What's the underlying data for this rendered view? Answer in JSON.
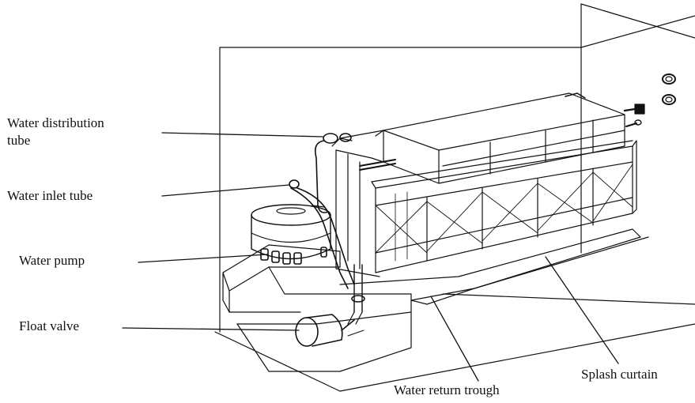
{
  "labels": {
    "water_distribution_tube_line1": "Water distribution",
    "water_distribution_tube_line2": "tube",
    "water_inlet_tube": "Water inlet tube",
    "water_pump": "Water pump",
    "float_valve": "Float valve",
    "splash_curtain": "Splash curtain",
    "water_return_trough": "Water return trough"
  },
  "colors": {
    "ink": "#111111",
    "background": "#ffffff"
  }
}
